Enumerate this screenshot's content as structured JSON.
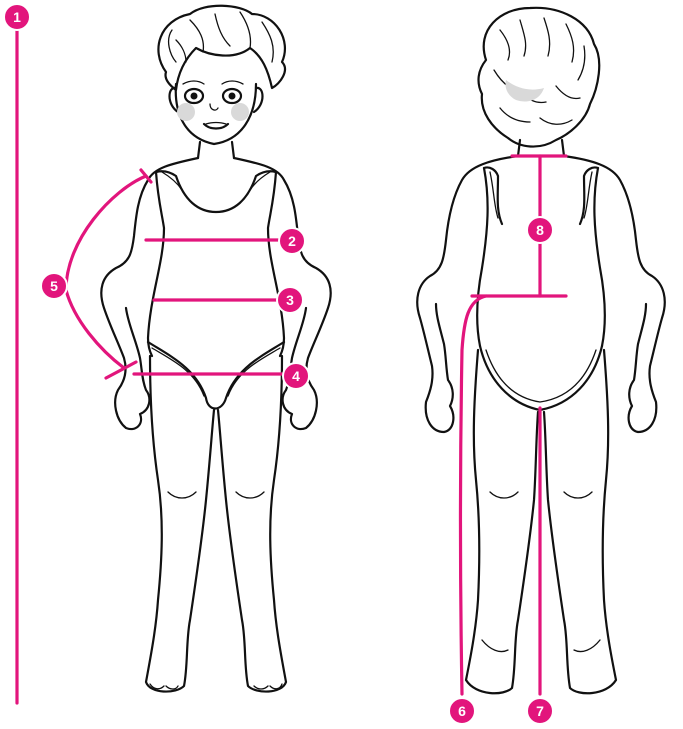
{
  "colors": {
    "accent": "#e2157c",
    "outline": "#111111",
    "shade": "#d9d9d9",
    "background": "#ffffff"
  },
  "markers": {
    "m1": "1",
    "m2": "2",
    "m3": "3",
    "m4": "4",
    "m5": "5",
    "m6": "6",
    "m7": "7",
    "m8": "8"
  }
}
